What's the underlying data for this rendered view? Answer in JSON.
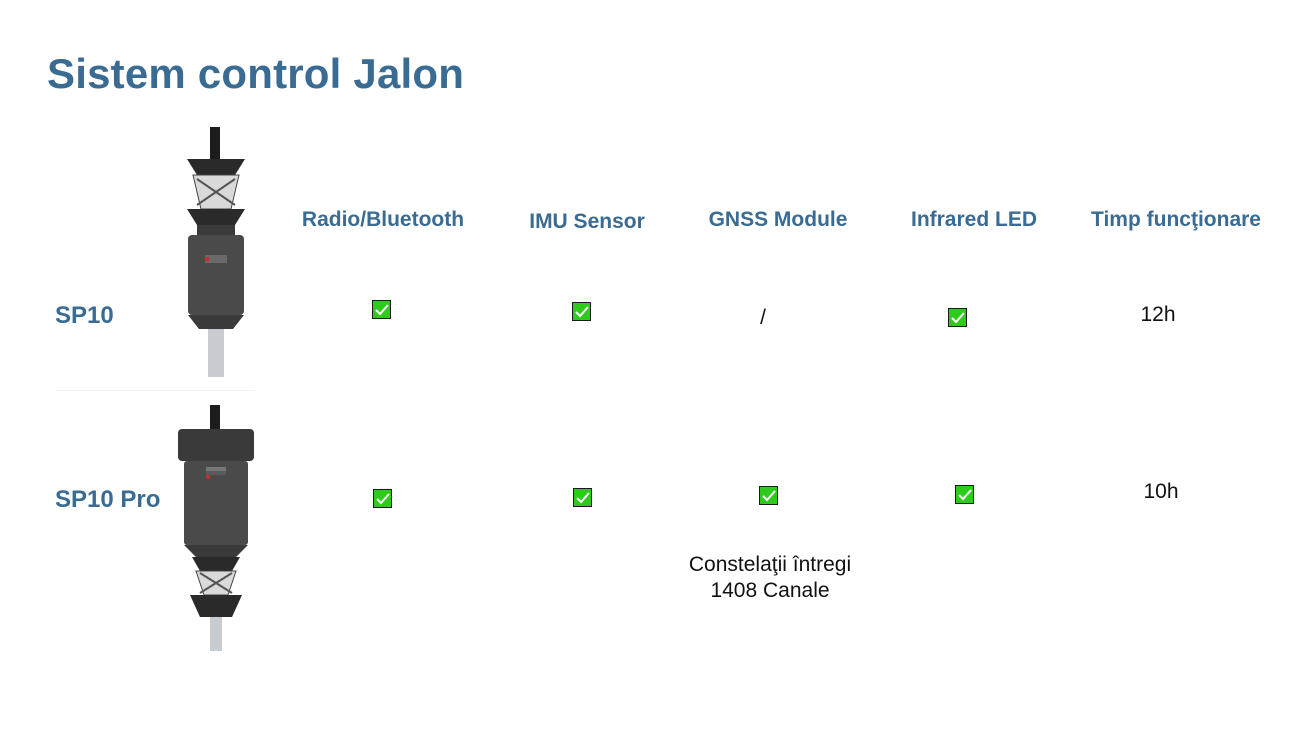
{
  "title": "Sistem control Jalon",
  "columns": [
    "Radio/Bluetooth",
    "IMU Sensor",
    "GNSS Module",
    "Infrared LED",
    "Timp funcţionare"
  ],
  "rows": [
    {
      "name": "SP10",
      "radio_bluetooth": true,
      "imu_sensor": true,
      "gnss_module": "/",
      "infrared_led": true,
      "runtime": "12h"
    },
    {
      "name": "SP10 Pro",
      "radio_bluetooth": true,
      "imu_sensor": true,
      "gnss_module": true,
      "infrared_led": true,
      "runtime": "10h",
      "gnss_note_line1": "Constelaţii întregi",
      "gnss_note_line2": "1408 Canale"
    }
  ],
  "colors": {
    "heading": "#3a6b92",
    "check_fill": "#2ecc1a",
    "text": "#111111"
  },
  "icons": [
    "checkbox-checked-icon",
    "sp10-device-image",
    "sp10-pro-device-image"
  ]
}
